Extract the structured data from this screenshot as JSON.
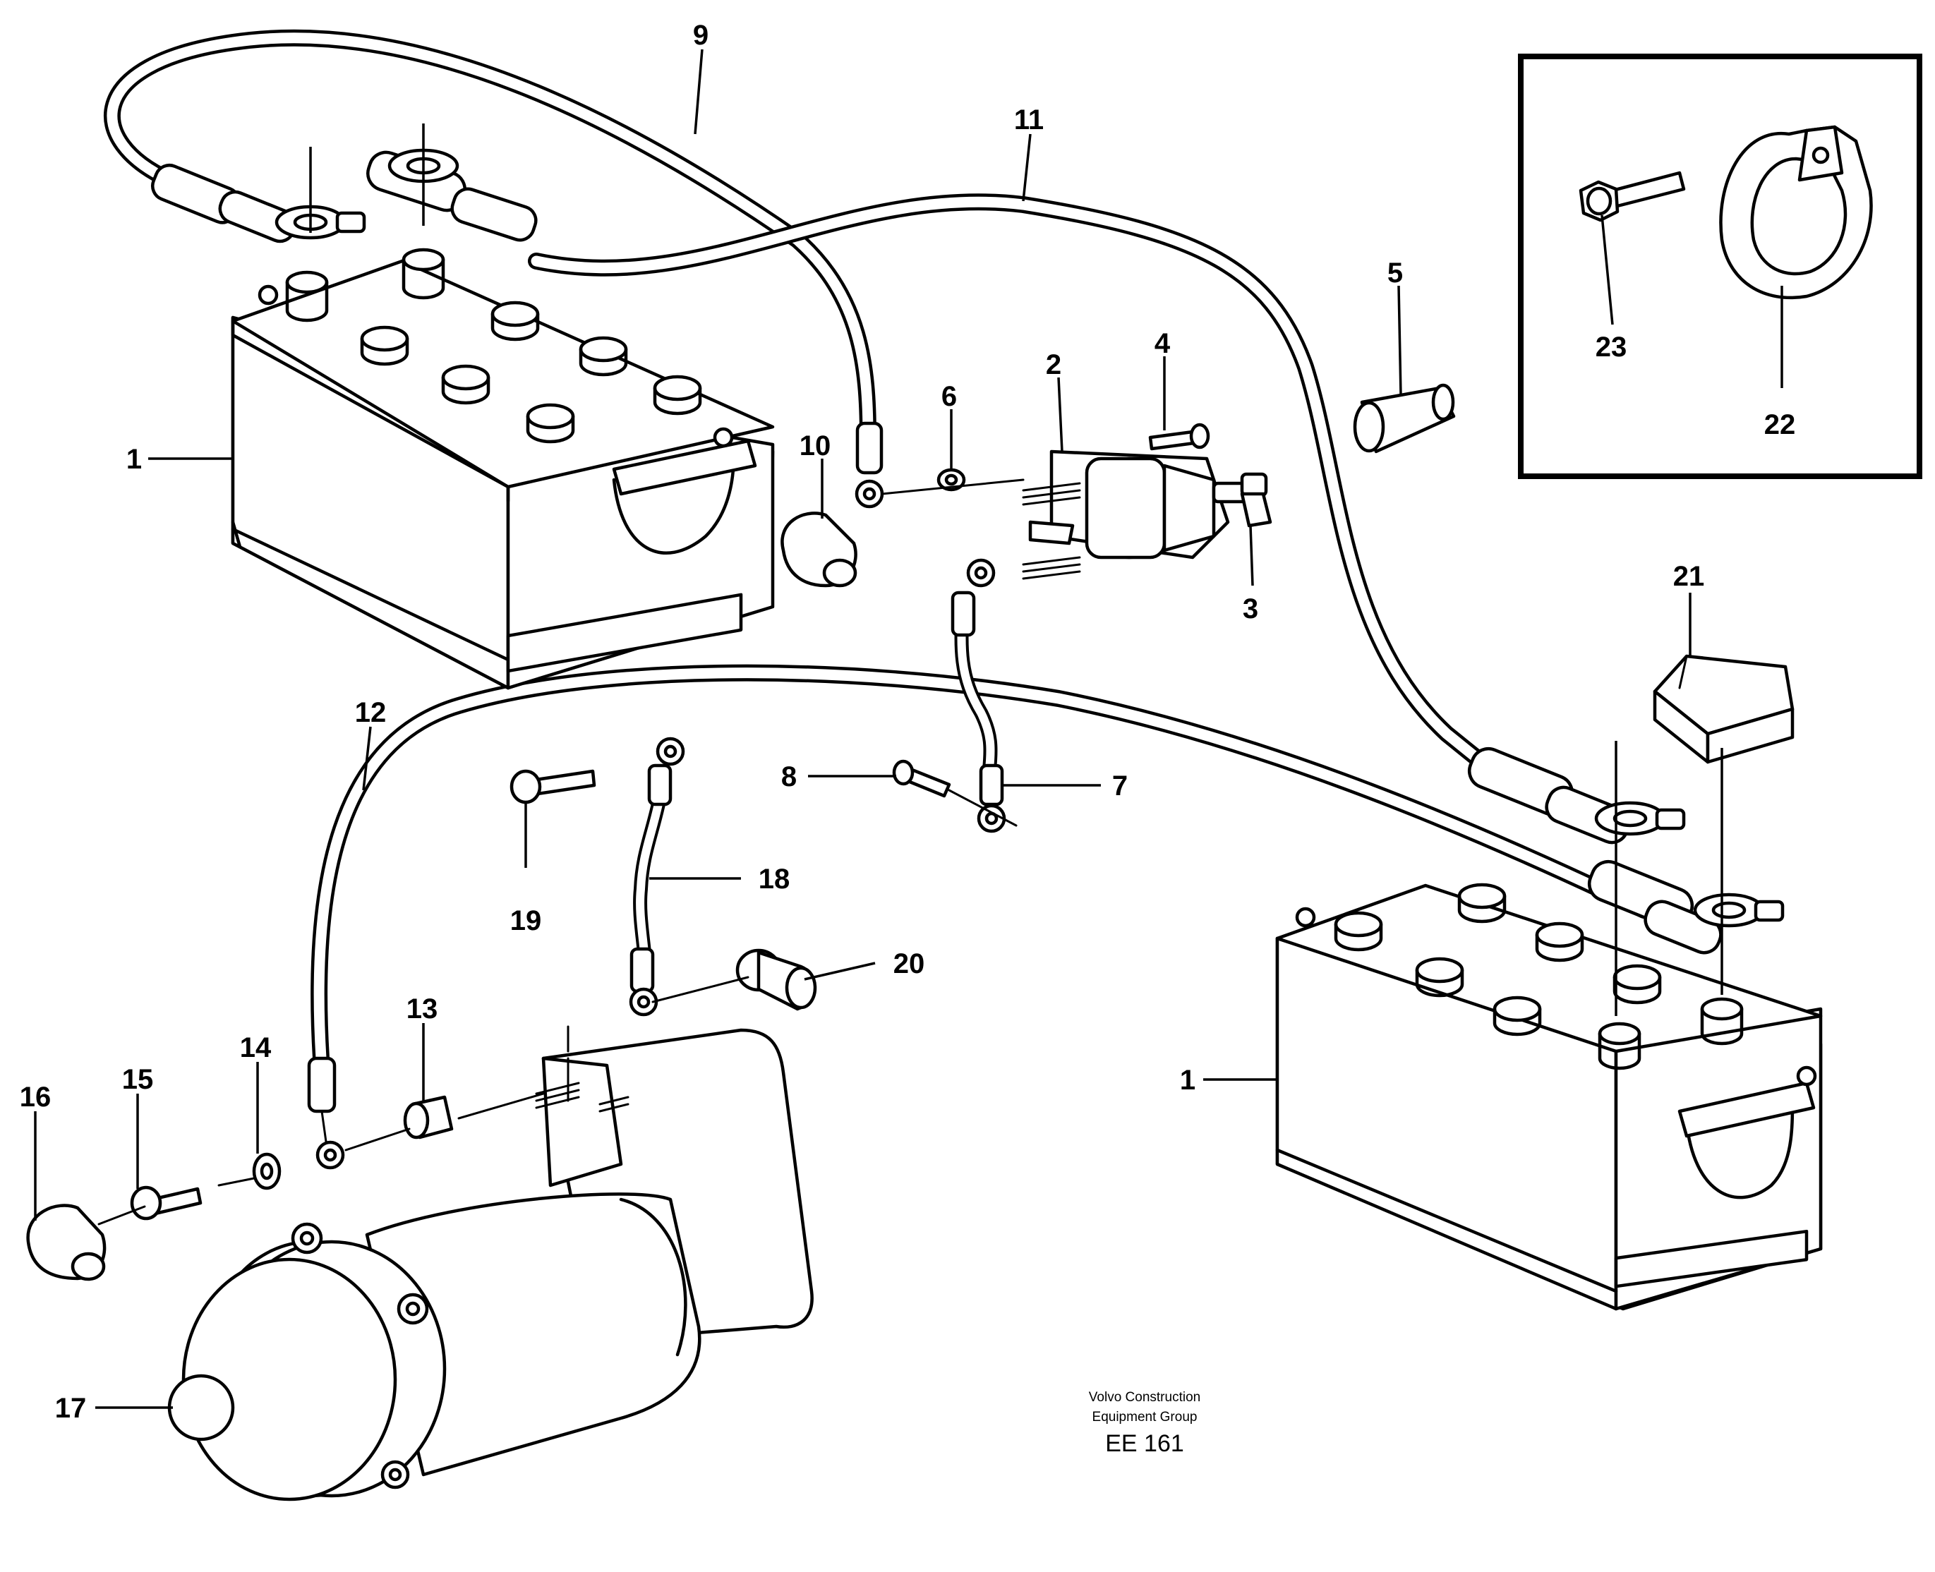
{
  "callouts": {
    "c1a": "1",
    "c1b": "1",
    "c2": "2",
    "c3": "3",
    "c4": "4",
    "c5": "5",
    "c6": "6",
    "c7": "7",
    "c8": "8",
    "c9": "9",
    "c10": "10",
    "c11": "11",
    "c12": "12",
    "c13": "13",
    "c14": "14",
    "c15": "15",
    "c16": "16",
    "c17": "17",
    "c18": "18",
    "c19": "19",
    "c20": "20",
    "c21": "21",
    "c22": "22",
    "c23": "23"
  },
  "footer": {
    "line1": "Volvo Construction",
    "line2": "Equipment Group",
    "code": "EE 161"
  }
}
